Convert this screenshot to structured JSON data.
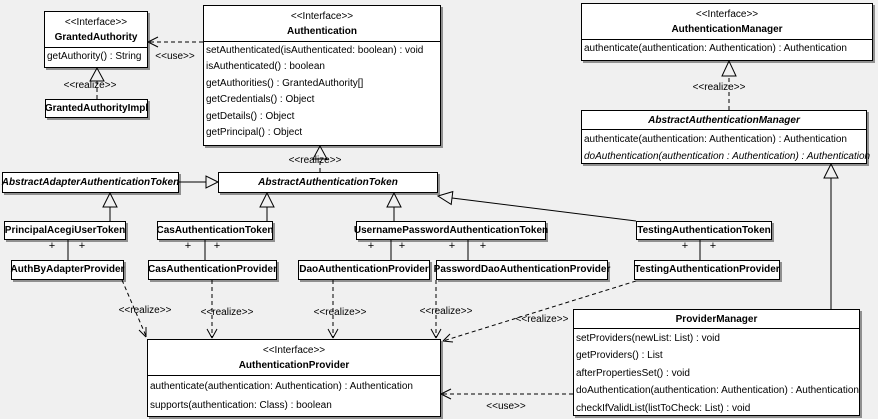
{
  "diagram": {
    "background": "#f0f0f0",
    "box_fill": "#ffffff",
    "line_color": "#000000"
  },
  "labels": {
    "use": "<<use>>",
    "realize": "<<realize>>",
    "plus": "+"
  },
  "classes": {
    "granted_authority": {
      "stereotype": "<<Interface>>",
      "name": "GrantedAuthority",
      "methods": [
        "getAuthority() : String"
      ]
    },
    "granted_authority_impl": {
      "name": "GrantedAuthorityImpl"
    },
    "authentication": {
      "stereotype": "<<Interface>>",
      "name": "Authentication",
      "methods": [
        "setAuthenticated(isAuthenticated: boolean) : void",
        "isAuthenticated() : boolean",
        "getAuthorities() : GrantedAuthority[]",
        "getCredentials() : Object",
        "getDetails() : Object",
        "getPrincipal() : Object"
      ]
    },
    "authentication_manager": {
      "stereotype": "<<Interface>>",
      "name": "AuthenticationManager",
      "methods": [
        "authenticate(authentication: Authentication) : Authentication"
      ]
    },
    "abstract_authentication_manager": {
      "name": "AbstractAuthenticationManager",
      "methods": [
        "authenticate(authentication: Authentication) : Authentication",
        "doAuthentication(authentication : Authentication) : Authentication"
      ]
    },
    "abstract_adapter_authentication_token": {
      "name": "AbstractAdapterAuthenticationToken"
    },
    "abstract_authentication_token": {
      "name": "AbstractAuthenticationToken"
    },
    "principal_acegi_user_token": {
      "name": "PrincipalAcegiUserToken"
    },
    "cas_authentication_token": {
      "name": "CasAuthenticationToken"
    },
    "username_password_authentication_token": {
      "name": "UsernamePasswordAuthenticationToken"
    },
    "testing_authentication_token": {
      "name": "TestingAuthenticationToken"
    },
    "auth_by_adapter_provider": {
      "name": "AuthByAdapterProvider"
    },
    "cas_authentication_provider": {
      "name": "CasAuthenticationProvider"
    },
    "dao_authentication_provider": {
      "name": "DaoAuthenticationProvider"
    },
    "password_dao_authentication_provider": {
      "name": "PasswordDaoAuthenticationProvider"
    },
    "testing_authentication_provider": {
      "name": "TestingAuthenticationProvider"
    },
    "authentication_provider": {
      "stereotype": "<<Interface>>",
      "name": "AuthenticationProvider",
      "methods": [
        "authenticate(authentication: Authentication) : Authentication",
        "supports(authentication: Class) : boolean"
      ]
    },
    "provider_manager": {
      "name": "ProviderManager",
      "methods": [
        "setProviders(newList: List) : void",
        "getProviders() : List",
        "afterPropertiesSet() : void",
        "doAuthentication(authentication: Authentication) : Authentication",
        "checkIfValidList(listToCheck: List) : void"
      ]
    }
  }
}
